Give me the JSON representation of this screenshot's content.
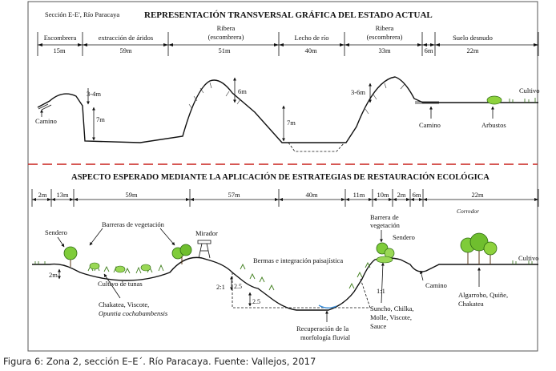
{
  "section_label": "Sección E-E', Río Paracaya",
  "top": {
    "title": "REPRESENTACIÓN TRANSVERSAL GRÁFICA DEL ESTADO ACTUAL",
    "segments": [
      {
        "name": "Escombrera",
        "width": "15m"
      },
      {
        "name": "extracción de áridos",
        "width": "59m"
      },
      {
        "name": "Ribera (escombrera)",
        "width": "51m"
      },
      {
        "name": "Lecho de río",
        "width": "40m"
      },
      {
        "name": "Ribera (escombrera)",
        "width": "33m"
      },
      {
        "name": "",
        "width": "6m"
      },
      {
        "name": "Suelo desnudo",
        "width": "22m"
      }
    ],
    "dims": [
      "3-4m",
      "7m",
      "6m",
      "7m",
      "3-6m"
    ],
    "labels": {
      "camino_left": "Camino",
      "camino_right": "Camino",
      "arbustos": "Arbustos",
      "cultivo": "Cultivo"
    }
  },
  "bottom": {
    "title": "ASPECTO ESPERADO MEDIANTE LA APLICACIÓN DE ESTRATEGIAS DE RESTAURACIÓN ECOLÓGICA",
    "widths": [
      "2m",
      "13m",
      "59m",
      "57m",
      "40m",
      "11m",
      "10m",
      "2m",
      "6m",
      "22m"
    ],
    "corredor": "Corredor",
    "labels": {
      "sendero_left": "Sendero",
      "barreras": "Barreras de vegetación",
      "mirador": "Mirador",
      "barrera_right": "Barrera de vegetación",
      "sendero_right": "Sendero",
      "cultivo": "Cultivo",
      "dim_2m": "2m",
      "cultivo_tunas": "Cultivo de tunas",
      "bermas": "Bermas e integración paisajística",
      "camino": "Camino",
      "species_left": "Chakatea, Viscote,",
      "species_left_italic": "Opuntia cochabambensis",
      "ratio_left": "2:1",
      "dim_25a": "2.5",
      "dim_25b": "2.5",
      "ratio_right": "1:1",
      "recuperacion": "Recuperación de la morfología fluvial",
      "species_right": "Suncho, Chilka, Molle, Viscote, Sauce",
      "species_far": "Algarrobo, Quiñe, Chakatea"
    }
  },
  "caption": {
    "label": "Figura 6:",
    "text": "Zona 2, sección E–E´. Río Paracaya. Fuente: Vallejos, 2017"
  }
}
